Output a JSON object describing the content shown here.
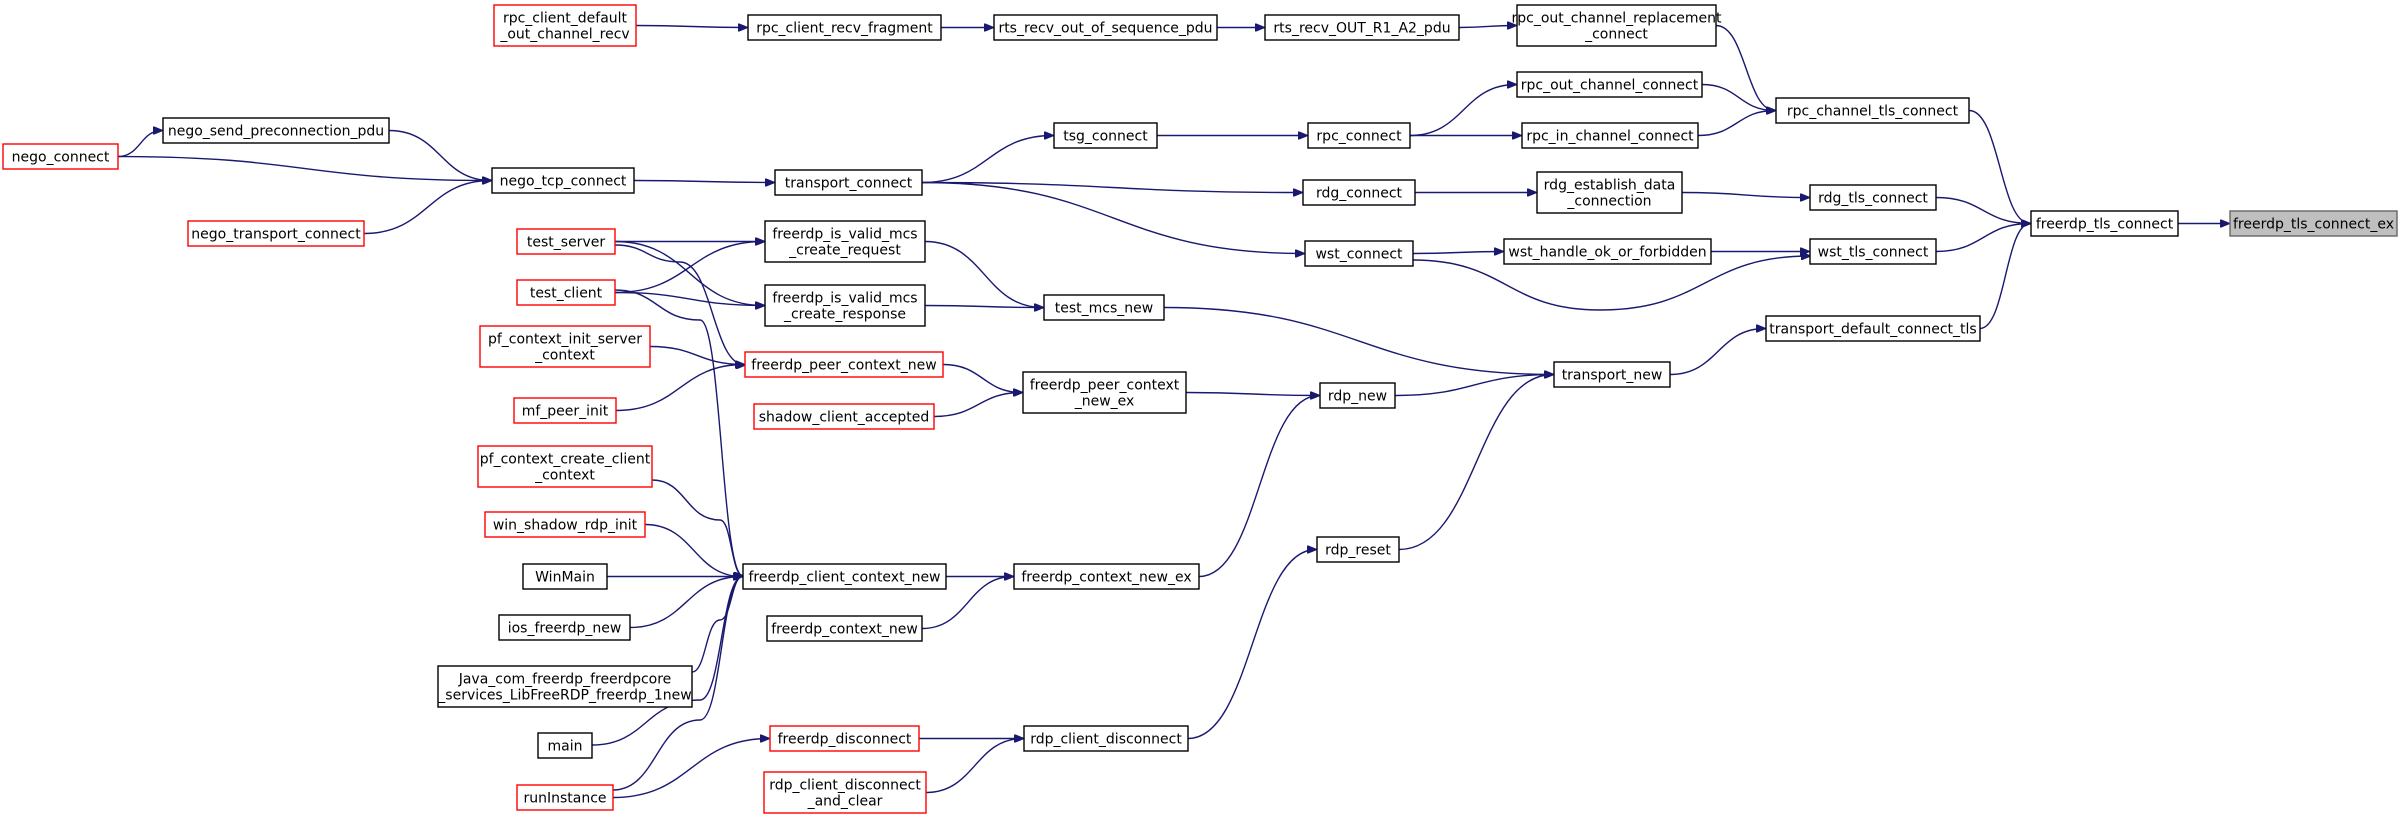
{
  "colors": {
    "edge": "#191970",
    "red_border": "#ff0000",
    "root_fill": "#bfbfbf"
  },
  "nodes": {
    "n1": {
      "lines": [
        "freerdp_tls_connect_ex"
      ],
      "style": "root"
    },
    "n2": {
      "lines": [
        "freerdp_tls_connect"
      ],
      "style": "black"
    },
    "n3": {
      "lines": [
        "rpc_channel_tls_connect"
      ],
      "style": "black"
    },
    "n4": {
      "lines": [
        "rdg_tls_connect"
      ],
      "style": "black"
    },
    "n5": {
      "lines": [
        "wst_tls_connect"
      ],
      "style": "black"
    },
    "n6": {
      "lines": [
        "transport_default_connect_tls"
      ],
      "style": "black"
    },
    "n7": {
      "lines": [
        "rpc_out_channel_replacement",
        "_connect"
      ],
      "style": "black"
    },
    "n8": {
      "lines": [
        "rpc_out_channel_connect"
      ],
      "style": "black"
    },
    "n9": {
      "lines": [
        "rpc_in_channel_connect"
      ],
      "style": "black"
    },
    "n10": {
      "lines": [
        "rdg_establish_data",
        "_connection"
      ],
      "style": "black"
    },
    "n11": {
      "lines": [
        "wst_handle_ok_or_forbidden"
      ],
      "style": "black"
    },
    "n12": {
      "lines": [
        "transport_new"
      ],
      "style": "black"
    },
    "n13": {
      "lines": [
        "rts_recv_OUT_R1_A2_pdu"
      ],
      "style": "black"
    },
    "n14": {
      "lines": [
        "rpc_connect"
      ],
      "style": "black"
    },
    "n15": {
      "lines": [
        "rdg_connect"
      ],
      "style": "black"
    },
    "n16": {
      "lines": [
        "wst_connect"
      ],
      "style": "black"
    },
    "n17": {
      "lines": [
        "rdp_new"
      ],
      "style": "black"
    },
    "n18": {
      "lines": [
        "rdp_reset"
      ],
      "style": "black"
    },
    "n19": {
      "lines": [
        "rts_recv_out_of_sequence_pdu"
      ],
      "style": "black"
    },
    "n20": {
      "lines": [
        "tsg_connect"
      ],
      "style": "black"
    },
    "n21": {
      "lines": [
        "transport_connect"
      ],
      "style": "black"
    },
    "n22": {
      "lines": [
        "test_mcs_new"
      ],
      "style": "black"
    },
    "n23": {
      "lines": [
        "freerdp_peer_context",
        "_new_ex"
      ],
      "style": "black"
    },
    "n24": {
      "lines": [
        "freerdp_context_new_ex"
      ],
      "style": "black"
    },
    "n25": {
      "lines": [
        "rdp_client_disconnect"
      ],
      "style": "black"
    },
    "n26": {
      "lines": [
        "rpc_client_recv_fragment"
      ],
      "style": "black"
    },
    "n27": {
      "lines": [
        "nego_tcp_connect"
      ],
      "style": "black"
    },
    "n28": {
      "lines": [
        "freerdp_is_valid_mcs",
        "_create_request"
      ],
      "style": "black"
    },
    "n29": {
      "lines": [
        "freerdp_is_valid_mcs",
        "_create_response"
      ],
      "style": "black"
    },
    "n30": {
      "lines": [
        "freerdp_peer_context_new"
      ],
      "style": "red"
    },
    "n31": {
      "lines": [
        "shadow_client_accepted"
      ],
      "style": "red"
    },
    "n32": {
      "lines": [
        "freerdp_client_context_new"
      ],
      "style": "black"
    },
    "n33": {
      "lines": [
        "freerdp_context_new"
      ],
      "style": "black"
    },
    "n34": {
      "lines": [
        "freerdp_disconnect"
      ],
      "style": "red"
    },
    "n35": {
      "lines": [
        "rdp_client_disconnect",
        "_and_clear"
      ],
      "style": "red"
    },
    "n36": {
      "lines": [
        "rpc_client_default",
        "_out_channel_recv"
      ],
      "style": "red"
    },
    "n37": {
      "lines": [
        "nego_send_preconnection_pdu"
      ],
      "style": "black"
    },
    "n38": {
      "lines": [
        "nego_connect"
      ],
      "style": "red"
    },
    "n39": {
      "lines": [
        "nego_transport_connect"
      ],
      "style": "red"
    },
    "n40": {
      "lines": [
        "test_server"
      ],
      "style": "red"
    },
    "n41": {
      "lines": [
        "test_client"
      ],
      "style": "red"
    },
    "n42": {
      "lines": [
        "pf_context_init_server",
        "_context"
      ],
      "style": "red"
    },
    "n43": {
      "lines": [
        "mf_peer_init"
      ],
      "style": "red"
    },
    "n44": {
      "lines": [
        "pf_context_create_client",
        "_context"
      ],
      "style": "red"
    },
    "n45": {
      "lines": [
        "win_shadow_rdp_init"
      ],
      "style": "red"
    },
    "n46": {
      "lines": [
        "WinMain"
      ],
      "style": "black"
    },
    "n47": {
      "lines": [
        "ios_freerdp_new"
      ],
      "style": "black"
    },
    "n48": {
      "lines": [
        "Java_com_freerdp_freerdpcore",
        "_services_LibFreeRDP_freerdp_1new"
      ],
      "style": "black"
    },
    "n49": {
      "lines": [
        "main"
      ],
      "style": "black"
    },
    "n50": {
      "lines": [
        "runInstance"
      ],
      "style": "red"
    }
  },
  "edges": [
    [
      "n2",
      "n1"
    ],
    [
      "n3",
      "n2"
    ],
    [
      "n4",
      "n2"
    ],
    [
      "n5",
      "n2"
    ],
    [
      "n6",
      "n2"
    ],
    [
      "n7",
      "n3"
    ],
    [
      "n8",
      "n3"
    ],
    [
      "n9",
      "n3"
    ],
    [
      "n10",
      "n4"
    ],
    [
      "n11",
      "n5"
    ],
    [
      "n16",
      "n5"
    ],
    [
      "n12",
      "n6"
    ],
    [
      "n13",
      "n7"
    ],
    [
      "n14",
      "n8"
    ],
    [
      "n14",
      "n9"
    ],
    [
      "n15",
      "n10"
    ],
    [
      "n16",
      "n11"
    ],
    [
      "n17",
      "n12"
    ],
    [
      "n18",
      "n12"
    ],
    [
      "n22",
      "n12"
    ],
    [
      "n19",
      "n13"
    ],
    [
      "n20",
      "n14"
    ],
    [
      "n21",
      "n15"
    ],
    [
      "n21",
      "n16"
    ],
    [
      "n23",
      "n17"
    ],
    [
      "n24",
      "n17"
    ],
    [
      "n25",
      "n18"
    ],
    [
      "n26",
      "n19"
    ],
    [
      "n21",
      "n20"
    ],
    [
      "n27",
      "n21"
    ],
    [
      "n28",
      "n22"
    ],
    [
      "n29",
      "n22"
    ],
    [
      "n30",
      "n23"
    ],
    [
      "n31",
      "n23"
    ],
    [
      "n32",
      "n24"
    ],
    [
      "n33",
      "n24"
    ],
    [
      "n34",
      "n25"
    ],
    [
      "n35",
      "n25"
    ],
    [
      "n36",
      "n26"
    ],
    [
      "n37",
      "n27"
    ],
    [
      "n38",
      "n27"
    ],
    [
      "n39",
      "n27"
    ],
    [
      "n40",
      "n28"
    ],
    [
      "n41",
      "n28"
    ],
    [
      "n40",
      "n29"
    ],
    [
      "n41",
      "n29"
    ],
    [
      "n42",
      "n30"
    ],
    [
      "n43",
      "n30"
    ],
    [
      "n40",
      "n30"
    ],
    [
      "n44",
      "n32"
    ],
    [
      "n45",
      "n32"
    ],
    [
      "n46",
      "n32"
    ],
    [
      "n47",
      "n32"
    ],
    [
      "n48",
      "n32"
    ],
    [
      "n49",
      "n32"
    ],
    [
      "n50",
      "n32"
    ],
    [
      "n41",
      "n32"
    ],
    [
      "n50",
      "n34"
    ],
    [
      "n38",
      "n37"
    ]
  ]
}
